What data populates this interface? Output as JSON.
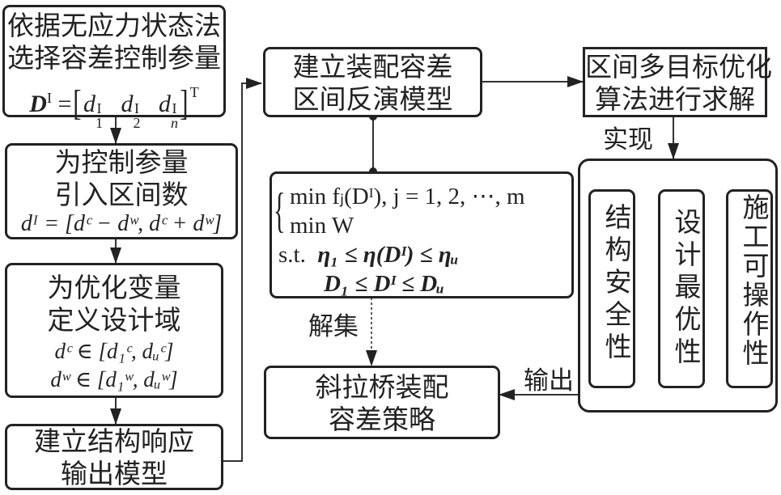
{
  "boxes": {
    "select_params": {
      "line1": "依据无应力状态法",
      "line2": "选择容差控制参量",
      "formula": {
        "lhs": "D",
        "lhs_sup": "I",
        "eq": "=",
        "elems": [
          {
            "base": "d",
            "sub": "1",
            "sup": "I"
          },
          {
            "base": "d",
            "sub": "2",
            "sup": "I"
          },
          {
            "base": "d",
            "sub": "n",
            "sup": "I"
          }
        ],
        "transpose": "T"
      }
    },
    "interval_numbers": {
      "line1": "为控制参量",
      "line2": "引入区间数",
      "formula": "dᴵ = [dᶜ − dʷ, dᶜ + dʷ]"
    },
    "design_domain": {
      "line1": "为优化变量",
      "line2": "定义设计域",
      "formula1": "dᶜ ∈ [d₁ᶜ, dᵤᶜ]",
      "formula2": "dʷ ∈ [d₁ʷ, dᵤʷ]"
    },
    "response_model": {
      "line1": "建立结构响应",
      "line2": "输出模型"
    },
    "inverse_model": {
      "line1": "建立装配容差",
      "line2": "区间反演模型"
    },
    "optimization_problem": {
      "obj1": "min fⱼ(Dᴵ),   j = 1, 2, ⋯, m",
      "obj2": "min W",
      "st_label": "s.t.",
      "constraint1": "η₁ ≤ η(Dᴵ) ≤ ηᵤ",
      "constraint2": "D₁ ≤ Dᴵ ≤ Dᵤ"
    },
    "solve_algorithm": {
      "line1": "区间多目标优化",
      "line2": "算法进行求解"
    },
    "objectives_group": {
      "items": [
        {
          "text": "结构安全性"
        },
        {
          "text": "设计最优性"
        },
        {
          "text": "施工可操作性"
        }
      ]
    },
    "strategy": {
      "line1": "斜拉桥装配",
      "line2": "容差策略"
    }
  },
  "edge_labels": {
    "realize": "实现",
    "solution_set": "解集",
    "output": "输出"
  }
}
